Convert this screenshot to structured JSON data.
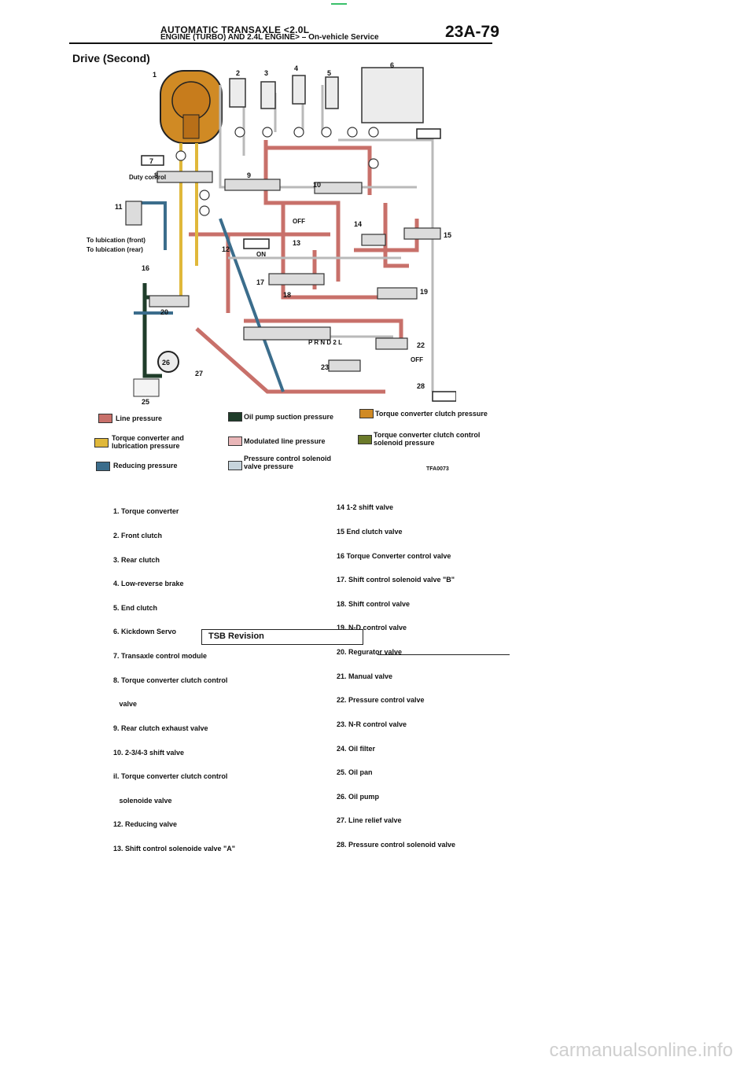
{
  "header": {
    "line1": "AUTOMATIC TRANSAXLE <2.0L",
    "line2": "ENGINE (TURBO) AND 2.4L ENGINE> – On-vehicle Service",
    "page_number": "23A-79"
  },
  "section_title": "Drive (Second)",
  "diagram": {
    "callouts": [
      "1",
      "2",
      "3",
      "4",
      "5",
      "6",
      "7",
      "8",
      "9",
      "10",
      "11",
      "12",
      "13",
      "14",
      "15",
      "16",
      "17",
      "18",
      "19",
      "20",
      "22",
      "23",
      "25",
      "26",
      "27",
      "28"
    ],
    "labels": {
      "duty_control": "Duty control",
      "lub_front": "To lubication (front)",
      "lub_rear": "To lubication (rear)",
      "off1": "OFF",
      "on1": "ON",
      "off2": "OFF",
      "shift_pos": "P R N D 2 L",
      "figure_code": "TFA0073"
    }
  },
  "legend": [
    {
      "label": "Line pressure",
      "color": "#c8706a"
    },
    {
      "label": "Oil pump suction pressure",
      "color": "#1f3d2a"
    },
    {
      "label": "Torque converter clutch pressure",
      "color": "#d08a24"
    },
    {
      "label": "Torque converter and lubrication pressure",
      "color": "#e0b83a"
    },
    {
      "label": "Modulated line pressure",
      "color": "#e9b6b8"
    },
    {
      "label": "Torque converter clutch control solenoid pressure",
      "color": "#6b7a2a"
    },
    {
      "label": "Reducing pressure",
      "color": "#3b6d8c"
    },
    {
      "label": "Pressure control solenoid valve pressure",
      "color": "#c7d4dc"
    }
  ],
  "parts_left": [
    "1. Torque converter",
    "2. Front clutch",
    "3. Rear clutch",
    "4. Low-reverse brake",
    "5. End clutch",
    "6. Kickdown Servo",
    "7. Transaxle control module",
    "8. Torque converter clutch control",
    "   valve",
    "9. Rear clutch exhaust valve",
    "10. 2-3/4-3 shift valve",
    "il. Torque converter clutch control",
    "   solenoide valve",
    "12. Reducing valve",
    "13. Shift control solenoide valve \"A\""
  ],
  "parts_right": [
    "14 1-2 shift valve",
    "15 End clutch valve",
    "16 Torque Converter control valve",
    "17. Shift control solenoid valve \"B\"",
    "18. Shift control valve",
    "19. N-D control valve",
    "20. Regurator valve",
    "21. Manual valve",
    "22. Pressure control valve",
    "23. N-R control valve",
    "24. Oil filter",
    "25. Oil pan",
    "26. Oil pump",
    "27. Line relief valve",
    "28. Pressure control solenoid valve"
  ],
  "footer": {
    "tsb": "TSB Revision",
    "watermark": "carmanualsonline.info"
  }
}
